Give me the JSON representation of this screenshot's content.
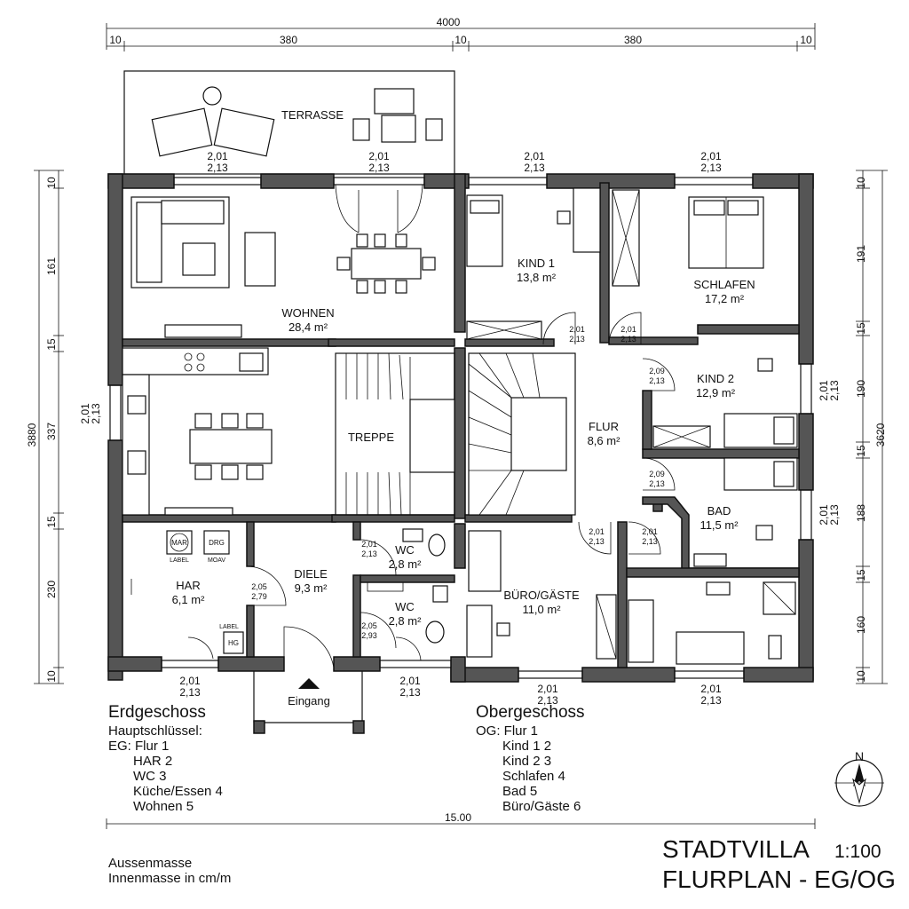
{
  "dimensions": {
    "top_total": "4000",
    "top_left_margin": "10",
    "top_left_span": "380",
    "top_mid": "10",
    "top_right_span": "380",
    "top_right_margin": "10",
    "left_total": "3880",
    "left_segments": [
      "10",
      "161",
      "15",
      "337",
      "15",
      "230",
      "10"
    ],
    "right_total": "3620",
    "right_segments": [
      "10",
      "191",
      "15",
      "190",
      "15",
      "188",
      "15",
      "160",
      "10"
    ],
    "bottom_total": "15.00"
  },
  "openings": {
    "w_top1_a": "2,01",
    "w_top1_b": "2,13",
    "w_top2_a": "2,01",
    "w_top2_b": "2,13",
    "w_top3_a": "2,01",
    "w_top3_b": "2,13",
    "w_top4_a": "2,01",
    "w_top4_b": "2,13",
    "w_left_a": "2,01",
    "w_left_b": "2,13",
    "w_right1_a": "2,01",
    "w_right1_b": "2,13",
    "w_right2_a": "2,01",
    "w_right2_b": "2,13",
    "w_bot1_a": "2,01",
    "w_bot1_b": "2,13",
    "w_bot2_a": "2,01",
    "w_bot2_b": "2,13",
    "w_bot3_a": "2,01",
    "w_bot3_b": "2,13",
    "w_bot4_a": "2,01",
    "w_bot4_b": "2,13",
    "d_kind1_a": "2,01",
    "d_kind1_b": "2,13",
    "d_schlaf_a": "2,01",
    "d_schlaf_b": "2,13",
    "d_kind2_a": "2,09",
    "d_kind2_b": "2,13",
    "d_bad_a": "2,09",
    "d_bad_b": "2,13",
    "d_buero_a": "2,01",
    "d_buero_b": "2,13",
    "d_bath2_a": "2,01",
    "d_bath2_b": "2,13",
    "d_wc1_a": "2,01",
    "d_wc1_b": "2,13",
    "d_wc2_a": "2,05",
    "d_wc2_b": "2,93",
    "d_har_a": "2,05",
    "d_har_b": "2,79"
  },
  "rooms": {
    "terrasse": "TERRASSE",
    "wohnen": "WOHNEN",
    "wohnen_area": "28,4 m²",
    "treppe": "TREPPE",
    "har": "HAR",
    "har_area": "6,1 m²",
    "diele": "DIELE",
    "diele_area": "9,3 m²",
    "wc1": "WC",
    "wc1_area": "2,8 m²",
    "wc2": "WC",
    "wc2_area": "2,8 m²",
    "kind1": "KIND 1",
    "kind1_area": "13,8 m²",
    "schlafen": "SCHLAFEN",
    "schlafen_area": "17,2 m²",
    "kind2": "KIND 2",
    "kind2_area": "12,9 m²",
    "flur": "FLUR",
    "flur_area": "8,6 m²",
    "bad": "BAD",
    "bad_area": "11,5 m²",
    "buero": "BÜRO/GÄSTE",
    "buero_area": "11,0 m²"
  },
  "labels": {
    "mar": "MAR",
    "drg": "DRG",
    "label1": "LABEL",
    "moav": "MOAV",
    "label2": "LABEL",
    "hg": "HG",
    "eingang": "Eingang"
  },
  "legend_eg": {
    "title": "Erdgeschoss",
    "subtitle": "Hauptschlüssel:",
    "items": [
      "EG: Flur 1",
      "HAR 2",
      "WC 3",
      "Küche/Essen 4",
      "Wohnen 5"
    ]
  },
  "legend_og": {
    "title": "Obergeschoss",
    "items": [
      "OG: Flur 1",
      "Kind 1  2",
      "Kind 2  3",
      "Schlafen 4",
      "Bad 5",
      "Büro/Gäste 6"
    ]
  },
  "notes": [
    "Aussenmasse",
    "Innenmasse in cm/m"
  ],
  "title_block": {
    "line1": "STADTVILLA",
    "scale": "1:100",
    "line2": "FLURPLAN - EG/OG"
  },
  "compass": "N"
}
